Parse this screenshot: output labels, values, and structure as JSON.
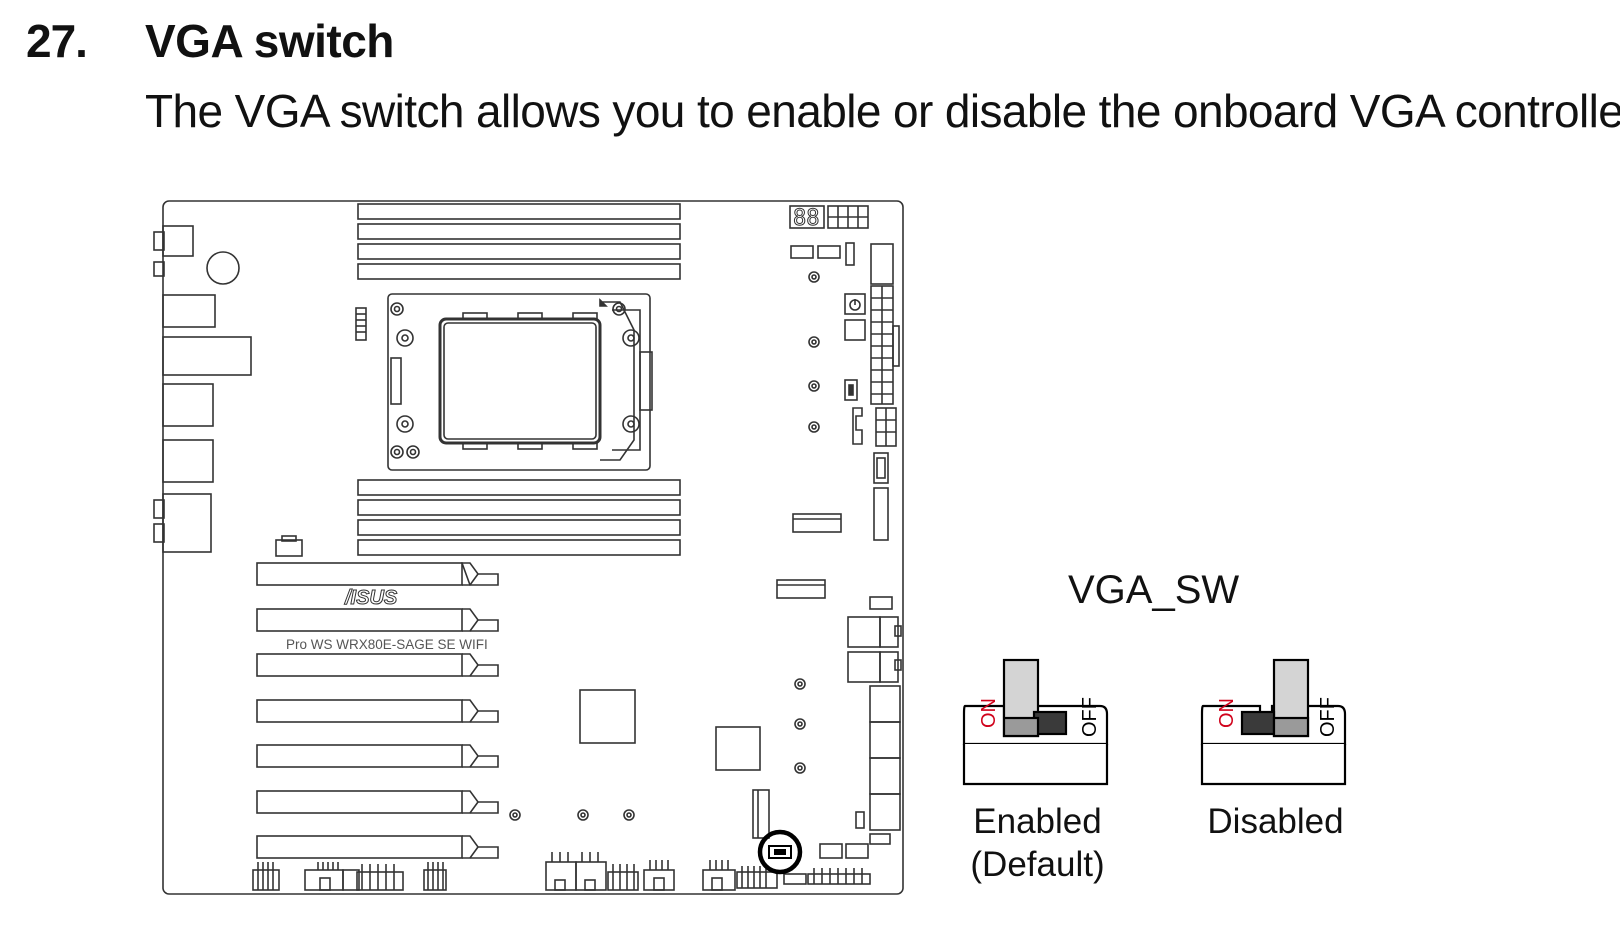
{
  "section": {
    "number": "27.",
    "title": "VGA switch",
    "description": "The VGA switch allows you to enable or disable the onboard VGA controller."
  },
  "board": {
    "brand_logo": "/ISUS",
    "model": "Pro WS WRX80E-SAGE SE WIFI",
    "debug_display": "88"
  },
  "switch": {
    "name": "VGA_SW",
    "on_label": "ON",
    "off_label": "OFF",
    "states": [
      {
        "line1": "Enabled",
        "line2": "(Default)",
        "position": "on"
      },
      {
        "line1": "Disabled",
        "line2": "",
        "position": "off"
      }
    ],
    "accent_color": "#d0021b"
  }
}
